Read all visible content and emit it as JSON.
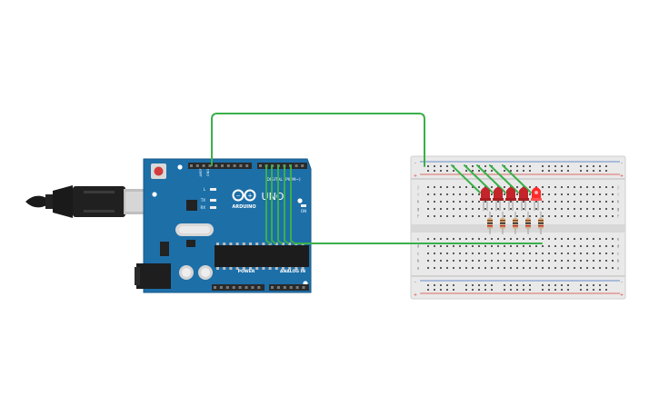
{
  "arduino": {
    "brand": "ARDUINO",
    "model": "UNO",
    "header_digital_label": "DIGITAL (PWM~)",
    "header_power_label": "POWER",
    "header_analog_label": "ANALOG IN",
    "led_labels": [
      "L",
      "TX",
      "RX"
    ],
    "on_label": "ON",
    "aref_label": "AREF",
    "gnd_label": "GND"
  },
  "breadboard": {
    "row_letters_top": [
      "j",
      "i",
      "h",
      "g",
      "f"
    ],
    "row_letters_bottom": [
      "e",
      "d",
      "c",
      "b",
      "a"
    ],
    "rail_plus": "+",
    "rail_minus": "-"
  },
  "colors": {
    "board": "#1d6fa8",
    "wire": "#3ab04a",
    "led_on": "#ff2a2a",
    "led_dim": "#c4242a",
    "breadboard": "#e9e9e9",
    "rail_red": "#d9413d",
    "rail_blue": "#3b6fbf"
  },
  "components": {
    "led_count": 5,
    "resistor_count": 5,
    "lit_led_index": 4
  },
  "icons": [
    "usb-cable-icon",
    "power-jack-icon",
    "reset-button-icon",
    "chip-icon",
    "crystal-icon",
    "capacitor-icon",
    "infinity-logo-icon"
  ]
}
